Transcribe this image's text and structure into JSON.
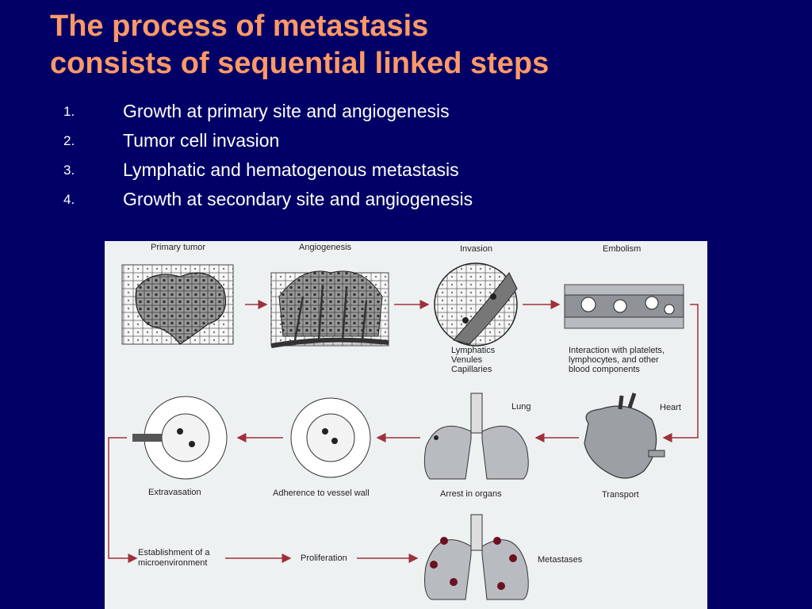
{
  "title": {
    "line1": "The process of metastasis",
    "line2": "consists of sequential linked steps"
  },
  "steps": [
    {
      "num": "1.",
      "text": "Growth at primary site and angiogenesis"
    },
    {
      "num": "2.",
      "text": "Tumor cell invasion"
    },
    {
      "num": "3.",
      "text": "Lymphatic and hematogenous metastasis"
    },
    {
      "num": "4.",
      "text": "Growth at secondary site and angiogenesis"
    }
  ],
  "diagram": {
    "labels": {
      "primary_tumor": "Primary tumor",
      "angiogenesis": "Angiogenesis",
      "invasion": "Invasion",
      "embolism": "Embolism",
      "lymphatics": "Lymphatics",
      "venules": "Venules",
      "capillaries": "Capillaries",
      "interaction_1": "Interaction with platelets,",
      "interaction_2": "lymphocytes, and other",
      "interaction_3": "blood components",
      "lung": "Lung",
      "heart": "Heart",
      "extravasation": "Extravasation",
      "adherence": "Adherence to vessel wall",
      "arrest": "Arrest in organs",
      "transport": "Transport",
      "establishment_1": "Establishment of a",
      "establishment_2": "microenvironment",
      "proliferation": "Proliferation",
      "metastases": "Metastases"
    }
  },
  "colors": {
    "background": "#000066",
    "title": "#FF9966",
    "text": "#FFFFFF",
    "arrow": "#A0303C"
  }
}
